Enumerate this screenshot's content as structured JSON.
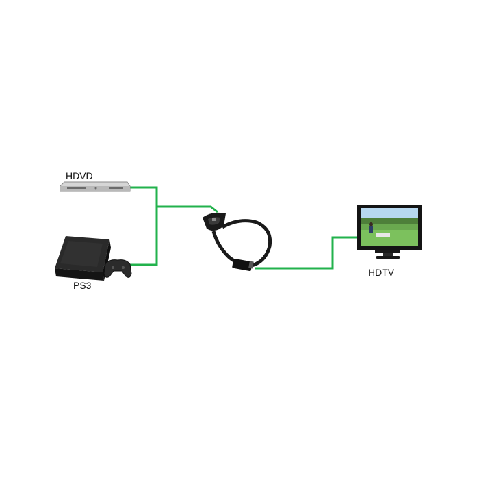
{
  "devices": {
    "hdvd": {
      "label": "HDVD",
      "icon": "dvd-player-icon"
    },
    "ps3": {
      "label": "PS3",
      "icon": "game-console-icon"
    },
    "switch": {
      "icon": "hdmi-switch-icon"
    },
    "hdtv": {
      "label": "HDTV",
      "icon": "monitor-icon"
    }
  },
  "colors": {
    "connection_line": "#22b24c",
    "background": "#ffffff",
    "device_dark": "#1c1c1c",
    "device_silver": "#c8c8c8",
    "screen_sky": "#9cc7e8",
    "screen_grass": "#6aa84f"
  }
}
